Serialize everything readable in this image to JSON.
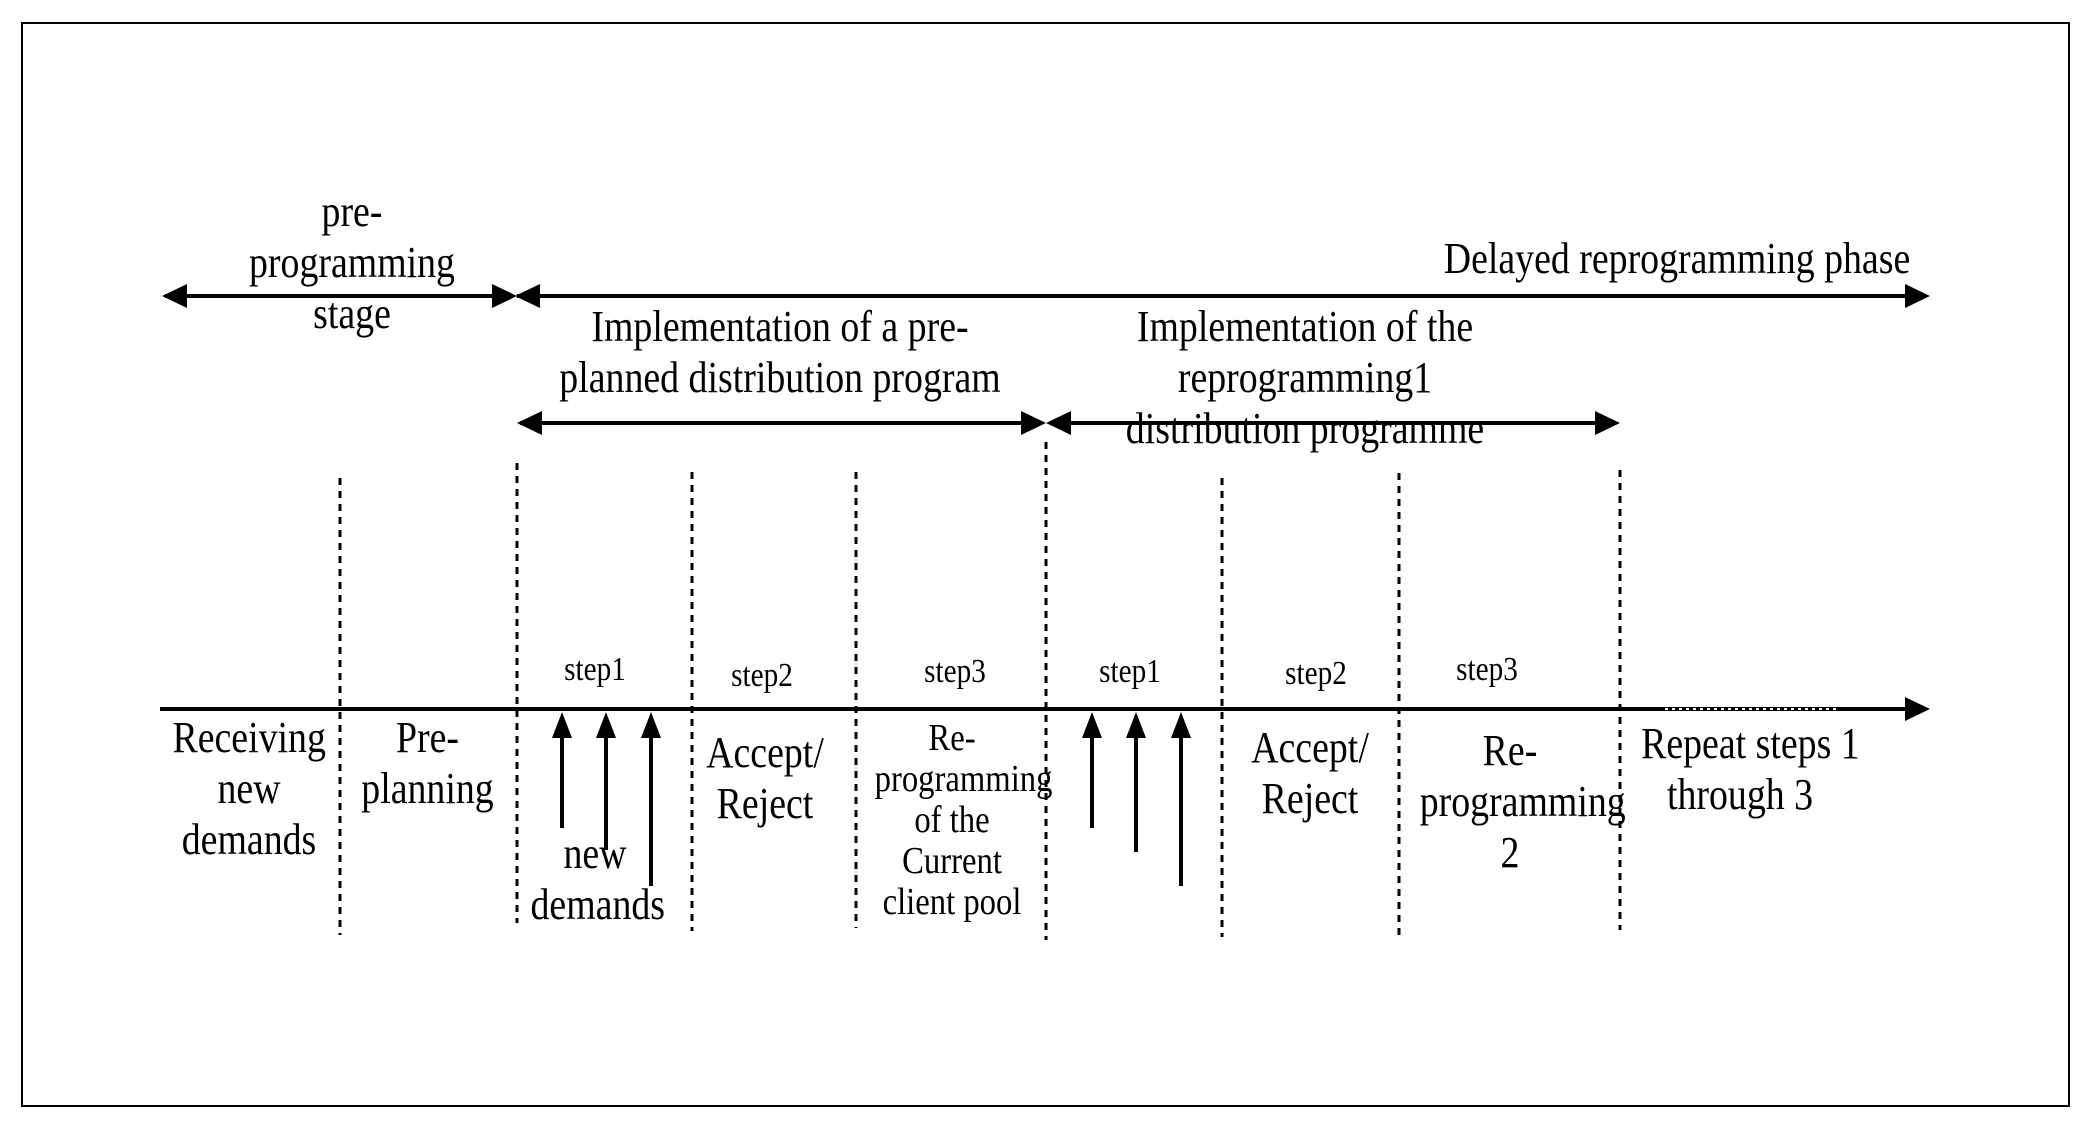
{
  "phases": {
    "pre_programming": [
      "pre-",
      "programming",
      "stage"
    ],
    "delayed": "Delayed reprogramming phase",
    "implementation_pre": [
      "Implementation of a pre-",
      "planned distribution program"
    ],
    "implementation_reprog": [
      "Implementation of the",
      "reprogramming1",
      "distribution programme"
    ]
  },
  "steps": {
    "a_step1": "step1",
    "a_step2": "step2",
    "a_step3": "step3",
    "b_step1": "step1",
    "b_step2": "step2",
    "b_step3": "step3"
  },
  "stages": {
    "receiving": [
      "Receiving",
      "new",
      "demands"
    ],
    "preplanning": [
      "Pre-",
      "planning"
    ],
    "new_demands": [
      "new",
      "demands"
    ],
    "accept_reject_1": [
      "Accept/",
      "Reject"
    ],
    "reprogramming_pool": [
      "Re-",
      "programming",
      "of the",
      "Current",
      "client pool"
    ],
    "accept_reject_2": [
      "Accept/",
      "Reject"
    ],
    "reprogramming_2": [
      "Re-",
      "programming",
      "2"
    ],
    "repeat": [
      "Repeat steps 1",
      "through 3"
    ]
  }
}
